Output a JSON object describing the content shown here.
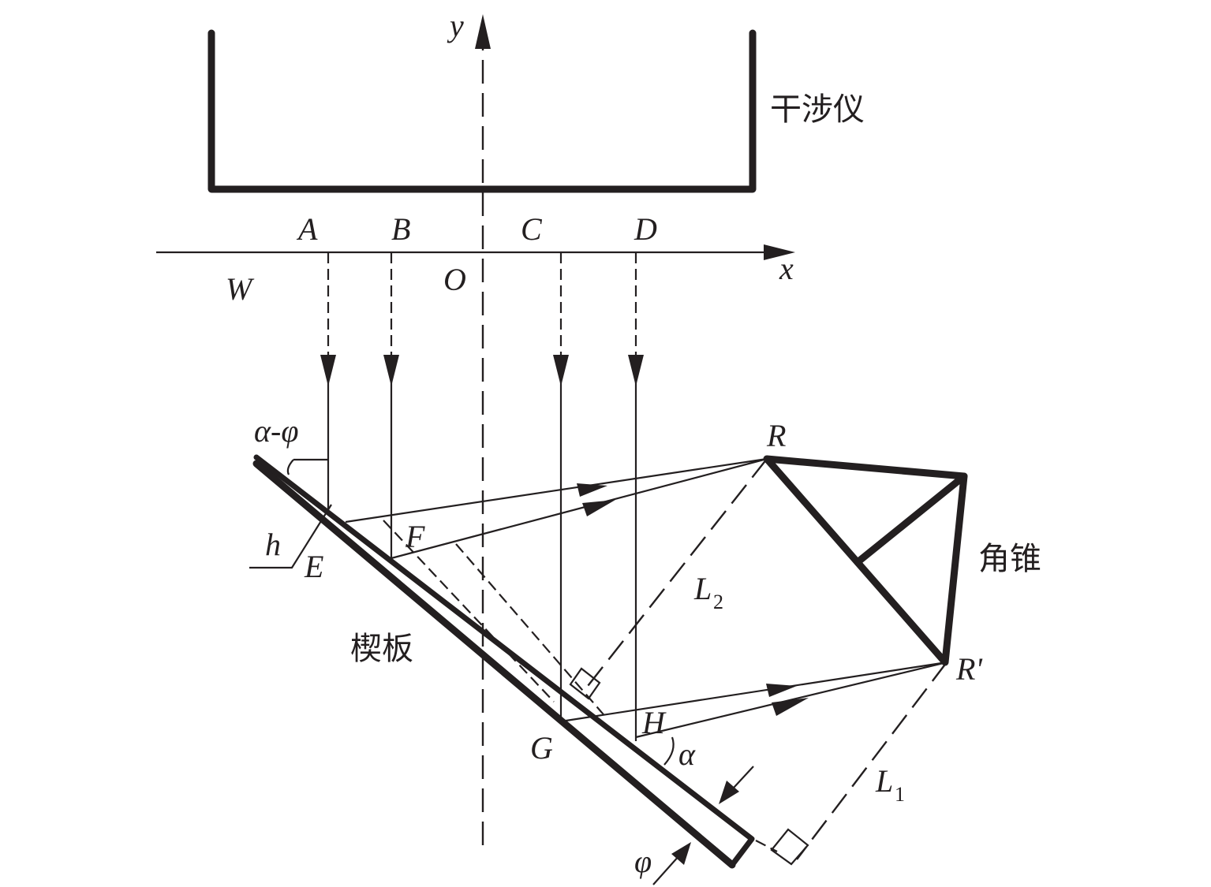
{
  "labels": {
    "y": "y",
    "x": "x",
    "O": "O",
    "W": "W",
    "A": "A",
    "B": "B",
    "C": "C",
    "D": "D",
    "E": "E",
    "F": "F",
    "G": "G",
    "H": "H",
    "h": "h",
    "R": "R",
    "R_prime": "R'",
    "L2": "L",
    "L2_sub": "2",
    "L1": "L",
    "L1_sub": "1",
    "alpha_minus_phi": "α-φ",
    "alpha": "α",
    "phi": "φ"
  },
  "text": {
    "interferometer": "干涉仪",
    "corner_cone": "角锥",
    "wedge_plate": "楔板"
  },
  "colors": {
    "ink": "#231f20",
    "background": "#ffffff"
  }
}
